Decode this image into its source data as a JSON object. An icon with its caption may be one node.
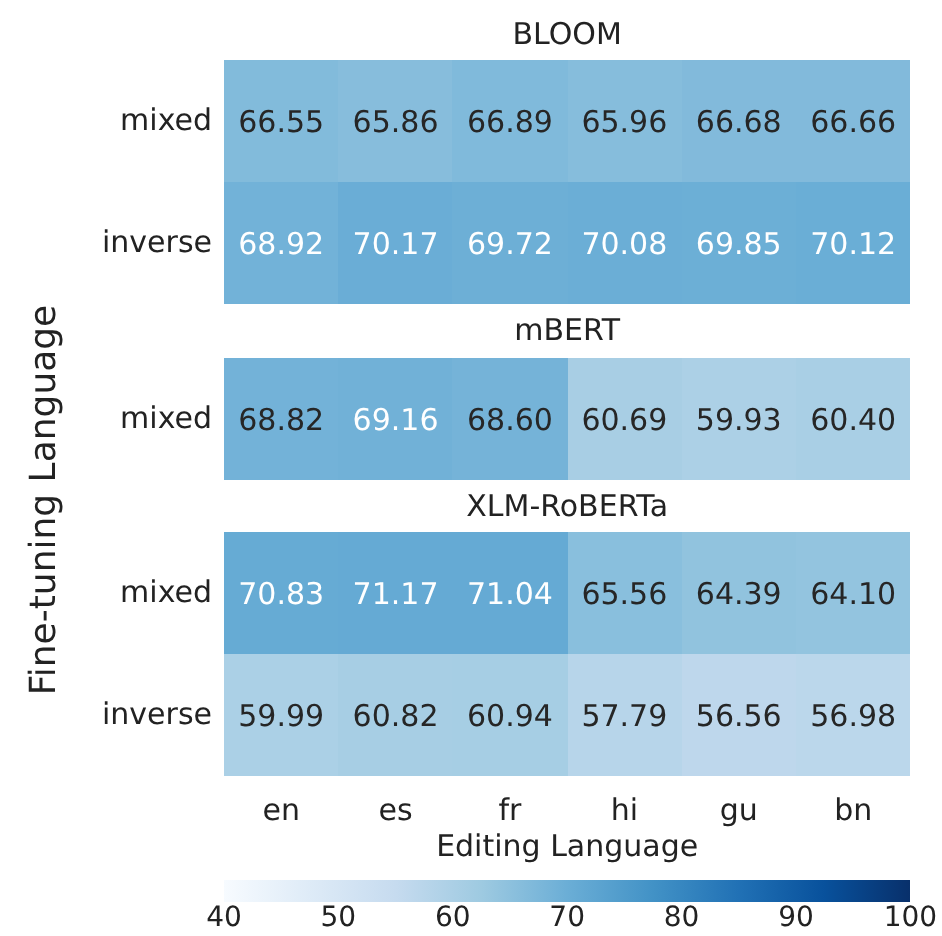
{
  "diagram": {
    "labels": [
      "BLOOM",
      "mixed",
      "66.55",
      "65.86",
      "66.89",
      "65.96",
      "66.68",
      "66.66",
      "inverse",
      "68.92",
      "70.17",
      "69.72",
      "70.08",
      "69.85",
      "70.12",
      "mBERT",
      "mixed",
      "68.82",
      "69.16",
      "68.60",
      "60.69",
      "59.93",
      "60.40",
      "XLM-RoBERTa",
      "mixed",
      "70.83",
      "71.17",
      "71.04",
      "65.56",
      "64.39",
      "64.10",
      "inverse",
      "59.99",
      "60.82",
      "60.94",
      "57.79",
      "56.56",
      "56.98",
      "en",
      "es",
      "fr",
      "hi",
      "gu",
      "bn",
      "Editing Language",
      "Fine-tuning Language",
      "40",
      "50",
      "60",
      "70",
      "80",
      "90",
      "100"
    ]
  }
}
